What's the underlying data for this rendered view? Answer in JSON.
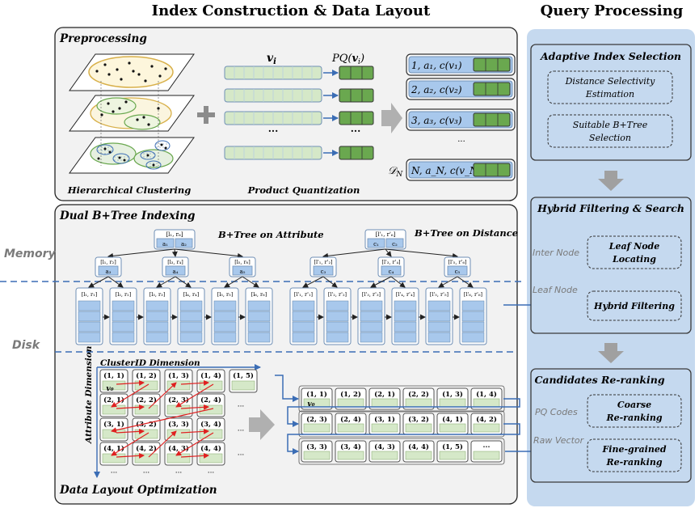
{
  "titles": {
    "left": "Index Construction & Data Layout",
    "right": "Query Processing"
  },
  "preprocessing": {
    "title": "Preprocessing",
    "clustering_caption": "Hierarchical Clustering",
    "pq_caption": "Product Quantization",
    "vi_label": "v_i",
    "pq_label": "PQ(v_i)",
    "dots": "···",
    "dataset_label": "D_N",
    "records": [
      {
        "id": "1",
        "attr": "a₁",
        "code": "c(v₁)"
      },
      {
        "id": "2",
        "attr": "a₂",
        "code": "c(v₂)"
      },
      {
        "id": "3",
        "attr": "a₃",
        "code": "c(v₃)"
      },
      {
        "id": "N",
        "attr": "a_N",
        "code": "c(v_N)"
      }
    ]
  },
  "indexing": {
    "title": "Dual B+Tree Indexing",
    "tree_attr_label": "B+Tree on Attribute",
    "tree_dist_label": "B+Tree on Distance",
    "memory_label": "Memory",
    "disk_label": "Disk",
    "attr_root": {
      "range": "[l₁, r₆]",
      "keys": [
        "a₁",
        "a₂"
      ]
    },
    "attr_inner": [
      {
        "range": "[l₁, r₂]",
        "key": "a₃"
      },
      {
        "range": "[l₃, r₄]",
        "key": "a₄"
      },
      {
        "range": "[l₅, r₆]",
        "key": "a₅"
      }
    ],
    "attr_leaves": [
      "[l₁, r₁]",
      "[l₂, r₂]",
      "[l₃, r₃]",
      "[l₄, r₄]",
      "[l₅, r₅]",
      "[l₆, r₆]"
    ],
    "dist_root": {
      "range": "[l'₁, r'₆]",
      "keys": [
        "c₁",
        "c₂"
      ]
    },
    "dist_inner": [
      {
        "range": "[l'₁, r'₂]",
        "key": "c₃"
      },
      {
        "range": "[l'₃, r'₄]",
        "key": "c₄"
      },
      {
        "range": "[l'₅, r'₆]",
        "key": "c₅"
      }
    ],
    "dist_leaves": [
      "[l'₁, r'₁]",
      "[l'₂, r'₂]",
      "[l'₃, r'₃]",
      "[l'₄, r'₄]",
      "[l'₅, r'₅]",
      "[l'₆, r'₆]"
    ]
  },
  "layout": {
    "title": "Data Layout Optimization",
    "cluster_dim": "ClusterID Dimension",
    "attr_dim": "Attribute Dimension",
    "v0": "v₀",
    "ellipsis": "···",
    "grid": [
      [
        "(1, 1)",
        "(1, 2)",
        "(1, 3)",
        "(1, 4)",
        "(1, 5)"
      ],
      [
        "(2, 1)",
        "(2, 2)",
        "(2, 3)",
        "(2, 4)"
      ],
      [
        "(3, 1)",
        "(3, 2)",
        "(3, 3)",
        "(3, 4)"
      ],
      [
        "(4, 1)",
        "(4, 2)",
        "(4, 3)",
        "(4, 4)"
      ]
    ],
    "linear_rows": [
      [
        "(1, 1)",
        "(1, 2)",
        "(2, 1)",
        "(2, 2)",
        "(1, 3)",
        "(1, 4)"
      ],
      [
        "(2, 3)",
        "(2, 4)",
        "(3, 1)",
        "(3, 2)",
        "(4, 1)",
        "(4, 2)"
      ],
      [
        "(3, 3)",
        "(3, 4)",
        "(4, 3)",
        "(4, 4)",
        "(1, 5)",
        "···"
      ]
    ]
  },
  "query": {
    "adaptive": {
      "title": "Adaptive Index Selection",
      "box1": [
        "Distance Selectivity",
        "Estimation"
      ],
      "box2": [
        "Suitable B+Tree",
        "Selection"
      ]
    },
    "hybrid": {
      "title": "Hybrid Filtering & Search",
      "inter_node": "Inter Node",
      "leaf_node": "Leaf Node",
      "box1": [
        "Leaf Node",
        "Locating"
      ],
      "box2": [
        "Hybrid Filtering"
      ]
    },
    "rerank": {
      "title": "Candidates Re-ranking",
      "pq_codes": "PQ Codes",
      "raw_vector": "Raw Vector",
      "box1": [
        "Coarse",
        "Re-ranking"
      ],
      "box2": [
        "Fine-grained",
        "Re-ranking"
      ]
    }
  },
  "colors": {
    "panel_bg": "#f2f2f2",
    "query_bg": "#c5d9ef",
    "blue_cell": "#a8c8ec",
    "blue_stroke": "#6f8fb5",
    "green_cell": "#d5e8c8",
    "green_dark": "#6aa84f",
    "arrow_blue": "#3b6db5",
    "red": "#e02020"
  }
}
